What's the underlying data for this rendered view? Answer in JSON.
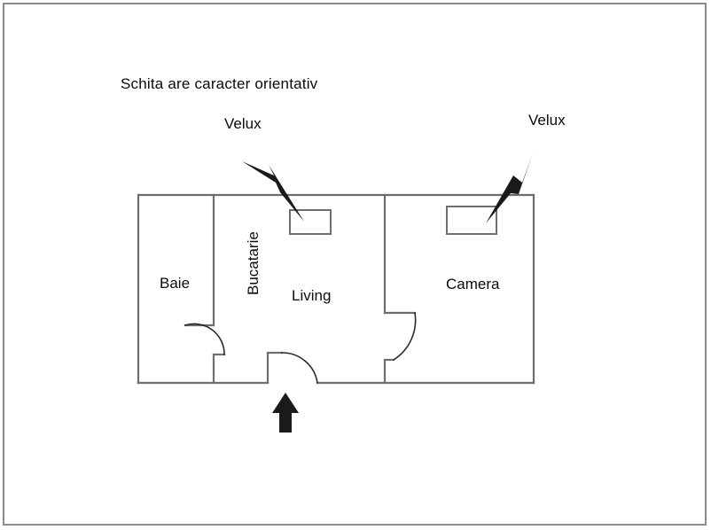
{
  "document": {
    "type": "floor-plan-sketch",
    "note": "Schita are caracter orientativ",
    "language": "ro"
  },
  "colors": {
    "page_background": "#ffffff",
    "page_border": "#8a8a8a",
    "wall_stroke": "#6e6e6e",
    "door_arc_stroke": "#2a2a2a",
    "skylight_stroke": "#6e6e6e",
    "arrow_fill": "#1a1a1a",
    "text": "#0a0a0a"
  },
  "rooms": [
    {
      "id": "baie",
      "label": "Baie"
    },
    {
      "id": "bucatarie",
      "label": "Bucatarie"
    },
    {
      "id": "living",
      "label": "Living"
    },
    {
      "id": "camera",
      "label": "Camera"
    }
  ],
  "annotations": {
    "velux_left": "Velux",
    "velux_right": "Velux"
  },
  "features": {
    "skylights": [
      {
        "id": "skylight-living",
        "room": "living"
      },
      {
        "id": "skylight-camera",
        "room": "camera"
      }
    ],
    "doors": [
      {
        "id": "door-baie",
        "room": "baie"
      },
      {
        "id": "door-camera",
        "room": "camera"
      },
      {
        "id": "door-entrance",
        "room": "living"
      }
    ],
    "arrows": [
      {
        "id": "arrow-velux-left",
        "points_to": "skylight-living",
        "direction": "down-right"
      },
      {
        "id": "arrow-velux-right",
        "points_to": "skylight-camera",
        "direction": "down-left"
      },
      {
        "id": "arrow-entrance",
        "points_to": "door-entrance",
        "direction": "up"
      }
    ]
  }
}
